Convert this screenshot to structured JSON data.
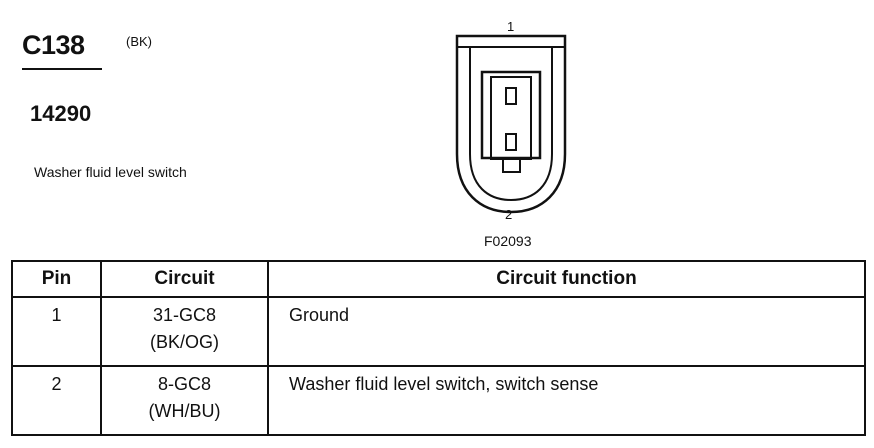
{
  "header": {
    "connector_id": "C138",
    "connector_color": "(BK)",
    "part_number": "14290",
    "component_description": "Washer fluid level switch"
  },
  "diagram": {
    "pin_top_label": "1",
    "pin_bottom_label": "2",
    "figure_code": "F02093"
  },
  "table": {
    "headers": {
      "pin": "Pin",
      "circuit": "Circuit",
      "function": "Circuit function"
    },
    "rows": [
      {
        "pin": "1",
        "circuit_code": "31-GC8",
        "circuit_color": "(BK/OG)",
        "function": "Ground"
      },
      {
        "pin": "2",
        "circuit_code": "8-GC8",
        "circuit_color": "(WH/BU)",
        "function": "Washer fluid level switch, switch sense"
      }
    ]
  }
}
